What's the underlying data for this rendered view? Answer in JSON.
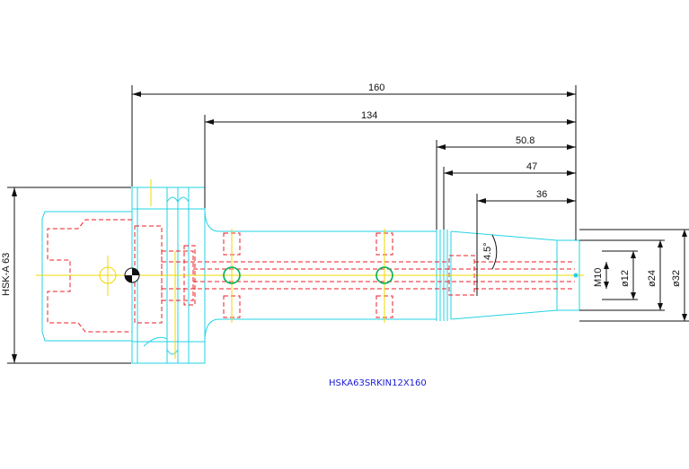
{
  "drawing": {
    "part_number": "HSKA63SRKIN12X160",
    "interface_label": "HSK-A 63",
    "dimensions": {
      "overall_length": "160",
      "shank_length": "134",
      "dim_50_8": "50.8",
      "dim_47": "47",
      "dim_36": "36",
      "taper_angle": "4.5°",
      "thread": "M10",
      "dia_12": "ø12",
      "dia_24": "ø24",
      "dia_32": "ø32"
    }
  },
  "colors": {
    "outline": "#22d3e6",
    "hidden_lines": "#ee1c24",
    "center_lines": "#f0d800",
    "holes": "#00b050",
    "dimension_lines": "#111111",
    "title_text": "#1a1ad6"
  }
}
